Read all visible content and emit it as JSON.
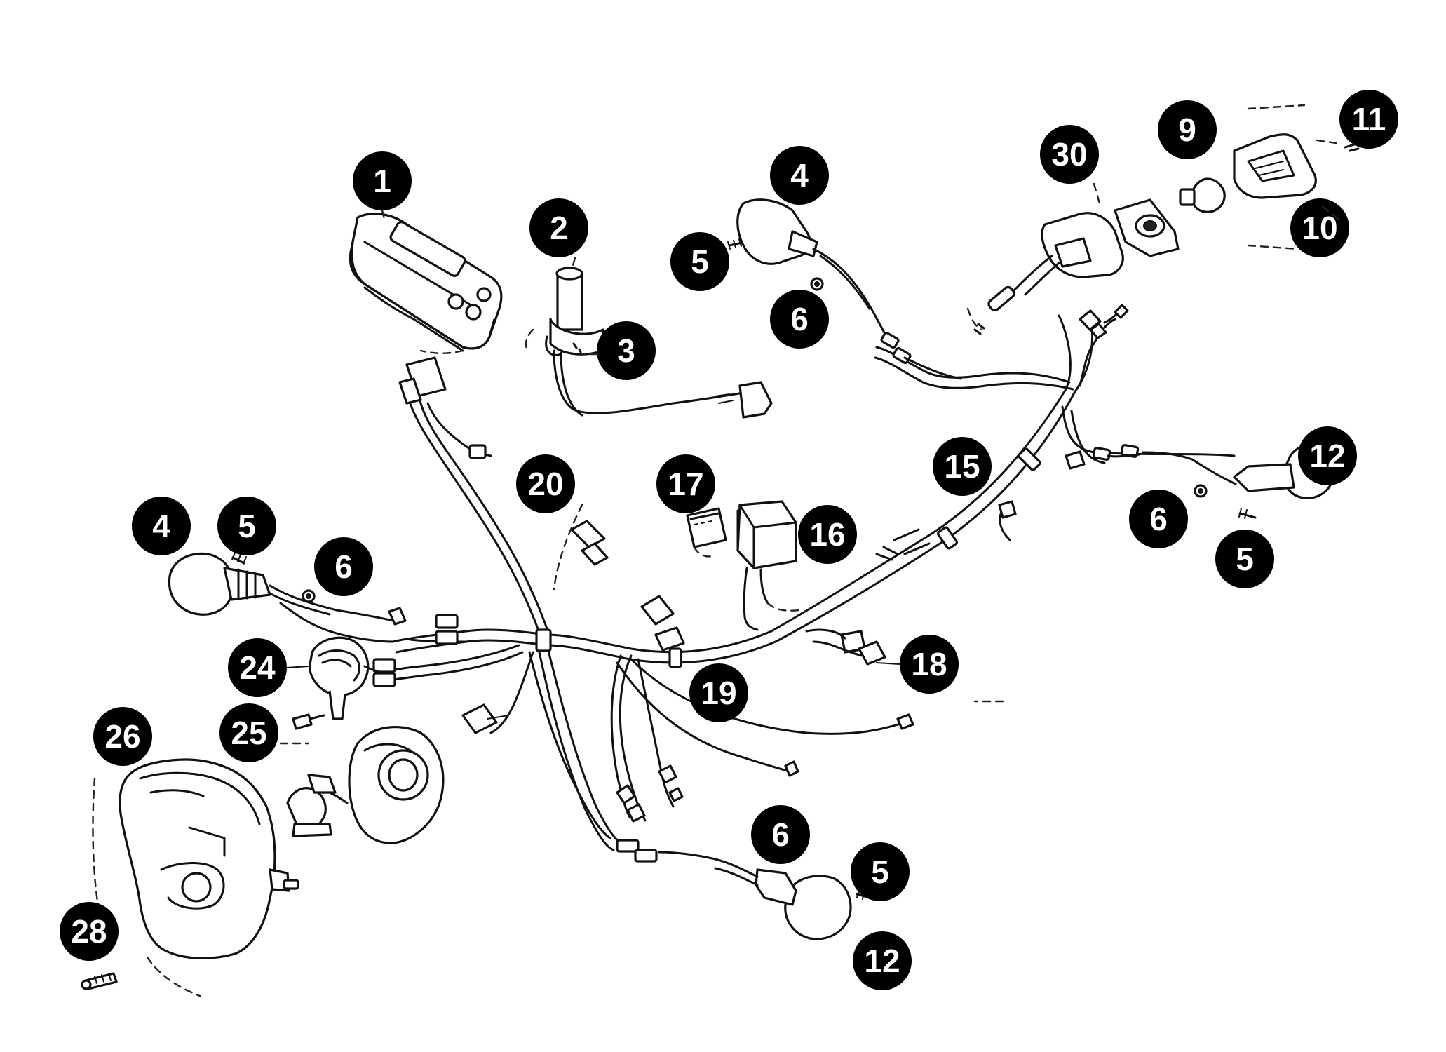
{
  "diagram": {
    "type": "exploded-parts-diagram",
    "callouts": [
      {
        "id": "c1",
        "label": "1"
      },
      {
        "id": "c2",
        "label": "2"
      },
      {
        "id": "c3",
        "label": "3"
      },
      {
        "id": "c4a",
        "label": "4"
      },
      {
        "id": "c5a",
        "label": "5"
      },
      {
        "id": "c6a",
        "label": "6"
      },
      {
        "id": "c30",
        "label": "30"
      },
      {
        "id": "c9",
        "label": "9"
      },
      {
        "id": "c11",
        "label": "11"
      },
      {
        "id": "c10",
        "label": "10"
      },
      {
        "id": "c12a",
        "label": "12"
      },
      {
        "id": "c6b",
        "label": "6"
      },
      {
        "id": "c5b",
        "label": "5"
      },
      {
        "id": "c15",
        "label": "15"
      },
      {
        "id": "c17",
        "label": "17"
      },
      {
        "id": "c16",
        "label": "16"
      },
      {
        "id": "c20",
        "label": "20"
      },
      {
        "id": "c4b",
        "label": "4"
      },
      {
        "id": "c5c",
        "label": "5"
      },
      {
        "id": "c6c",
        "label": "6"
      },
      {
        "id": "c24",
        "label": "24"
      },
      {
        "id": "c25",
        "label": "25"
      },
      {
        "id": "c26",
        "label": "26"
      },
      {
        "id": "c19",
        "label": "19"
      },
      {
        "id": "c18",
        "label": "18"
      },
      {
        "id": "c6d",
        "label": "6"
      },
      {
        "id": "c5d",
        "label": "5"
      },
      {
        "id": "c12b",
        "label": "12"
      },
      {
        "id": "c28",
        "label": "28"
      }
    ],
    "colors": {
      "callout_fill": "#000000",
      "callout_text": "#ffffff",
      "line": "#111111",
      "background": "#ffffff"
    }
  }
}
